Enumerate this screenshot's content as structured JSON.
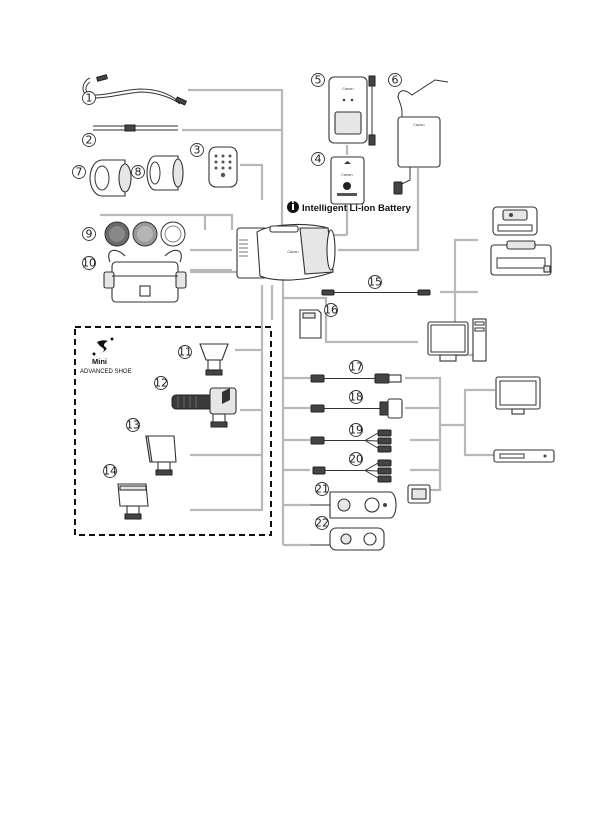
{
  "callouts": [
    "1",
    "2",
    "3",
    "4",
    "5",
    "6",
    "7",
    "8",
    "9",
    "10",
    "11",
    "12",
    "13",
    "14",
    "15",
    "16",
    "17",
    "18",
    "19",
    "20",
    "21",
    "22"
  ],
  "battery_label": "Intelligent Li-ion Battery",
  "shoe": {
    "line1": "Mini",
    "line2": "ADVANCED SHOE"
  },
  "brand": "Canon"
}
